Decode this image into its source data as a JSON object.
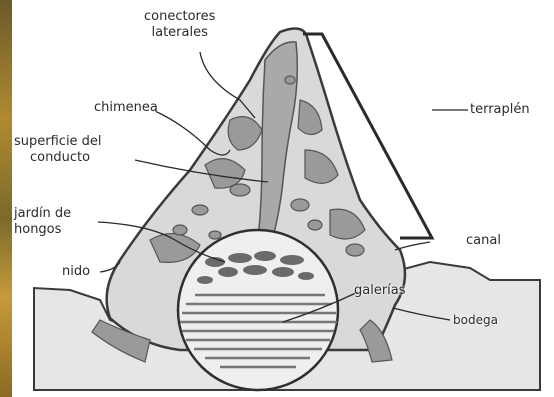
{
  "diagram": {
    "labels": {
      "conectores_laterales": [
        "conectores",
        "laterales"
      ],
      "chimenea": "chimenea",
      "superficie_conducto": [
        "superficie del",
        "conducto"
      ],
      "jardin_hongos": [
        "jardín de",
        "hongos"
      ],
      "nido": "nido",
      "terraplen": "terraplén",
      "canal": "canal",
      "galerias": "galerías",
      "bodega": "bodega"
    },
    "colors": {
      "mound": "#d9d9d9",
      "outline": "#3a3a3a",
      "ground": "#e6e6e6",
      "tunnel": "#9a9a9a",
      "edge_photo": "#9c7a2c"
    }
  }
}
